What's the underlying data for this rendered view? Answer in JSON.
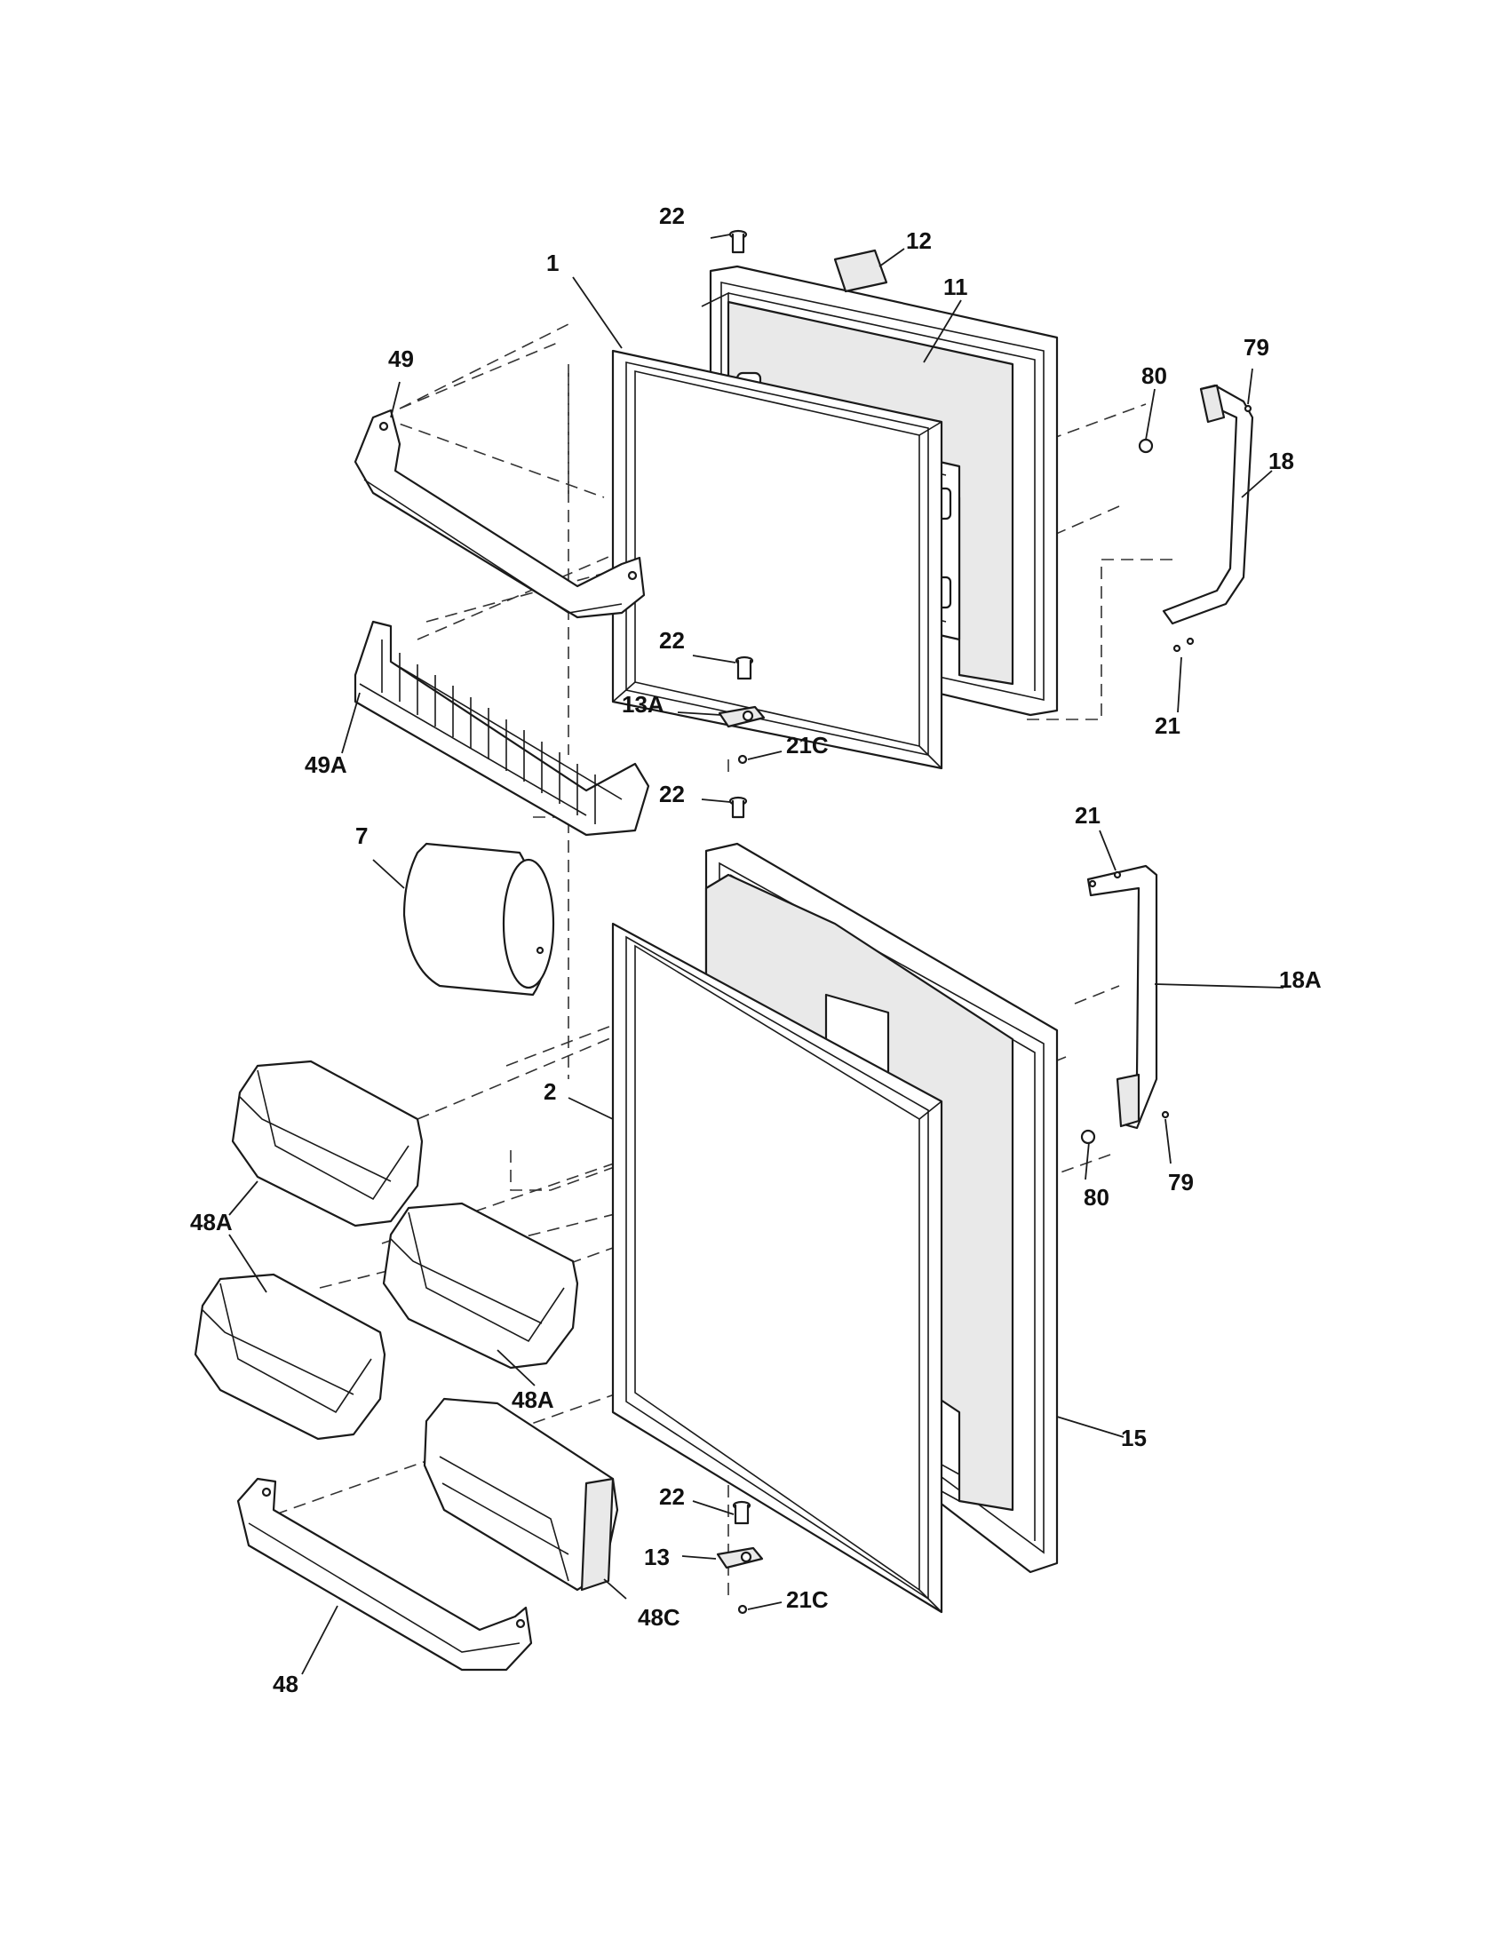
{
  "callouts": {
    "c22a": "22",
    "c12": "12",
    "c1": "1",
    "c11": "11",
    "c49": "49",
    "c80a": "80",
    "c79a": "79",
    "c18": "18",
    "c22b": "22",
    "c13a": "13A",
    "c21a": "21",
    "c21c_a": "21C",
    "c49a": "49A",
    "c22c": "22",
    "c7": "7",
    "c21b": "21",
    "c18a": "18A",
    "c2": "2",
    "c48a_a": "48A",
    "c80b": "80",
    "c79b": "79",
    "c48a_b": "48A",
    "c15": "15",
    "c22d": "22",
    "c13": "13",
    "c48c": "48C",
    "c21c_b": "21C",
    "c48": "48"
  }
}
